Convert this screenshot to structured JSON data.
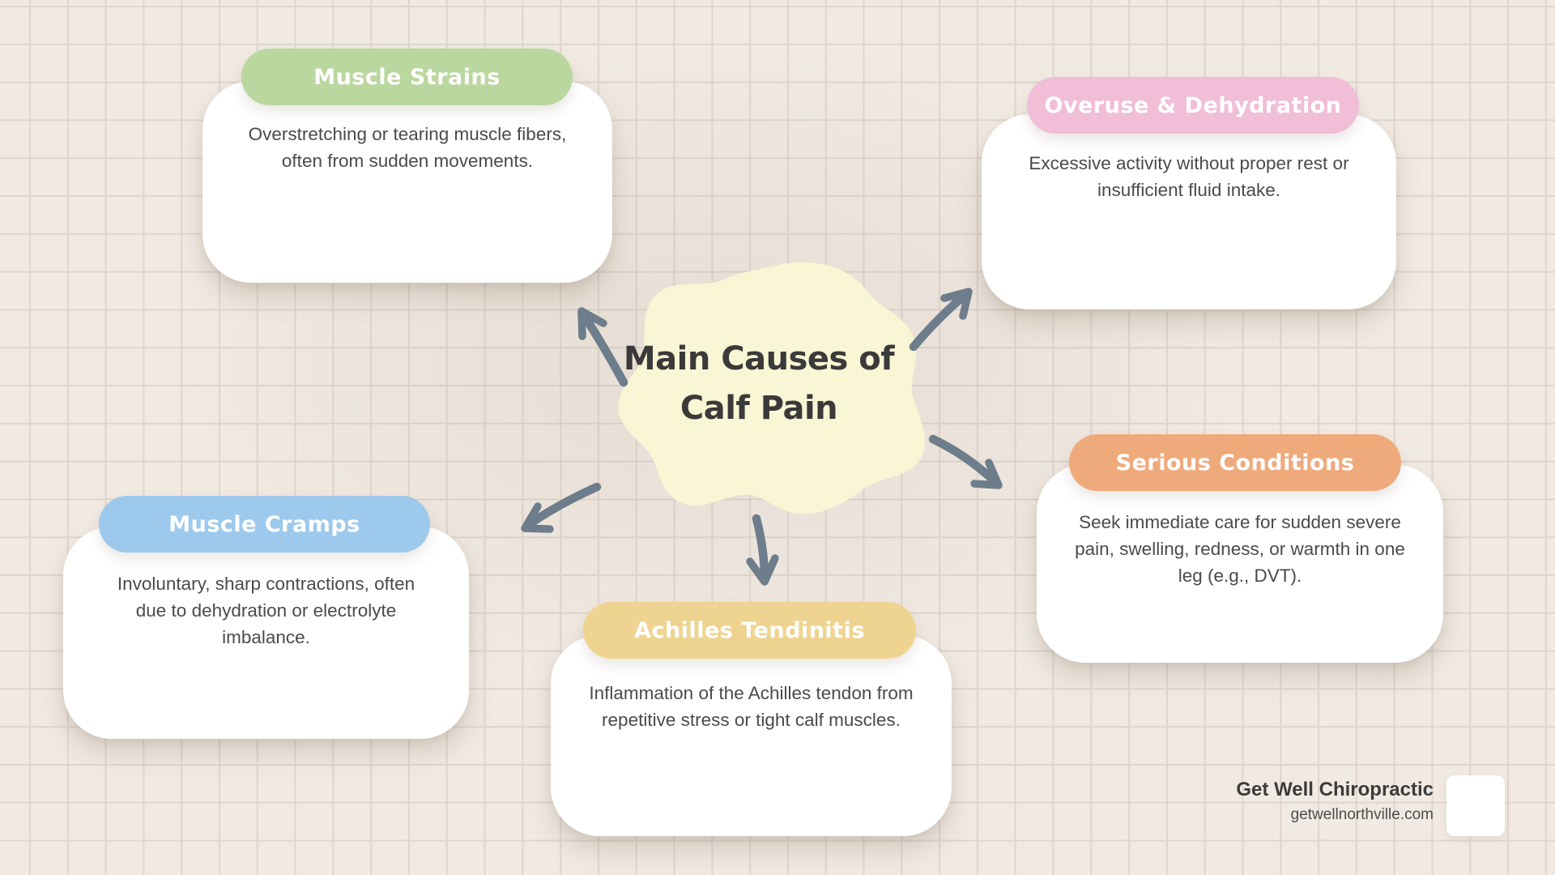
{
  "background": {
    "cell_color": "#f1eae2",
    "grid_line_color": "#ded6ce"
  },
  "center": {
    "title": "Main Causes of\nCalf Pain",
    "blob_color": "#f8f6d4",
    "text_color": "#3a3a3a"
  },
  "arrows": {
    "color": "#6e7d8b"
  },
  "text_colors": {
    "card_body": "#4a4a4a",
    "footer_brand": "#3b3b3b",
    "footer_site": "#4c4c4c"
  },
  "cards": [
    {
      "id": "muscle-strains",
      "title": "Muscle Strains",
      "header_color": "#bad79f",
      "body": "Overstretching or tearing muscle fibers,\noften from sudden movements."
    },
    {
      "id": "overuse-dehydration",
      "title": "Overuse & Dehydration",
      "header_color": "#f0bed7",
      "body": "Excessive activity without proper rest or\ninsufficient fluid intake."
    },
    {
      "id": "muscle-cramps",
      "title": "Muscle Cramps",
      "header_color": "#9dcaec",
      "body": "Involuntary, sharp contractions, often\ndue to dehydration or electrolyte\nimbalance."
    },
    {
      "id": "achilles-tendinitis",
      "title": "Achilles Tendinitis",
      "header_color": "#eed490",
      "body": "Inflammation of the Achilles tendon from\nrepetitive stress or tight calf muscles."
    },
    {
      "id": "serious-conditions",
      "title": "Serious Conditions",
      "header_color": "#efaa7c",
      "body": "Seek immediate care for sudden severe\npain, swelling, redness, or warmth in one\nleg (e.g., DVT)."
    }
  ],
  "footer": {
    "brand": "Get Well Chiropractic",
    "website": "getwellnorthville.com"
  }
}
